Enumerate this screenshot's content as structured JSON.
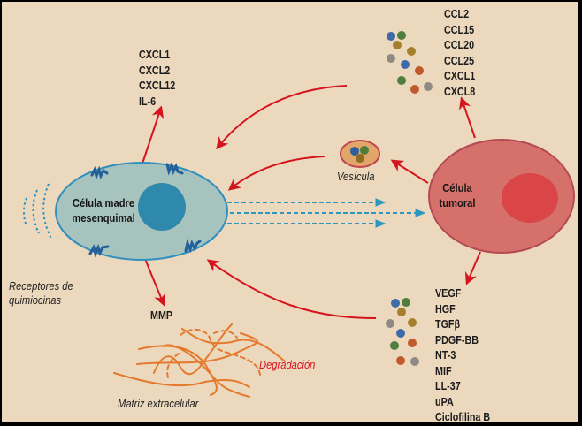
{
  "colors": {
    "background": "#ecd8bd",
    "arrow_red": "#d4141e",
    "msc_fill": "#a6c3bd",
    "msc_outline": "#2f8fbf",
    "msc_nucleus": "#2e89ad",
    "receptor": "#23609a",
    "tumor_fill": "#d6706a",
    "tumor_outline": "#b44a54",
    "tumor_nucleus": "#da4648",
    "vesicle_fill": "#e2a66a",
    "vesicle_outline": "#c24450",
    "matrix": "#e47a2e",
    "dashed_arrow": "#2b97c0",
    "degradation_text": "#d4141e"
  },
  "msc": {
    "label_line1": "Célula madre",
    "label_line2": "mesenquimal"
  },
  "tumor": {
    "label_line1": "Célula",
    "label_line2": "tumoral"
  },
  "vesicle": {
    "label": "Vesícula"
  },
  "msc_secreted": {
    "items": [
      "CXCL1",
      "CXCL2",
      "CXCL12",
      "IL-6"
    ]
  },
  "tumor_chemokines": {
    "items": [
      "CCL2",
      "CCL15",
      "CCL20",
      "CCL25",
      "CXCL1",
      "CXCL8"
    ]
  },
  "tumor_factors": {
    "items": [
      "VEGF",
      "HGF",
      "TGFβ",
      "PDGF-BB",
      "NT-3",
      "MIF",
      "LL-37",
      "uPA",
      "Ciclofilina B"
    ]
  },
  "labels": {
    "receptors_line1": "Receptores de",
    "receptors_line2": "quimiocinas",
    "mmp": "MMP",
    "matrix": "Matriz extracelular",
    "degradation": "Degradación"
  }
}
